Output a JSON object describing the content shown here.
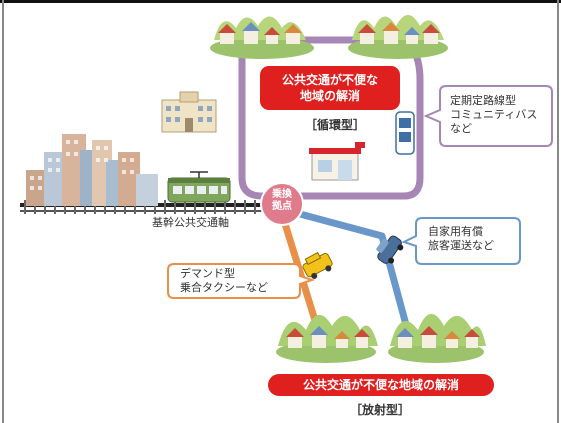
{
  "diagram": {
    "loop_problem": [
      "公共交通が不便な",
      "地域の解消"
    ],
    "loop_type": "［循環型］",
    "hub": [
      "乗換",
      "拠点"
    ],
    "trunk_line": "基幹公共交通軸",
    "callout_loop_bus": [
      "定期定路線型",
      "コミュニティバス",
      "など"
    ],
    "callout_private": [
      "自家用有償",
      "旅客運送など"
    ],
    "callout_taxi": [
      "デマンド型",
      "乗合タクシーなど"
    ],
    "radial_problem": "公共交通が不便な地域の解消",
    "radial_type": "［放射型］"
  },
  "colors": {
    "loop_route": "#a686b4",
    "radial_blue": "#6a97c9",
    "radial_orange": "#e8904a",
    "hub": "#e07b8b",
    "problem_box": "#e01f1f",
    "callout_border": "#a686b4",
    "callout_blue_border": "#6a97c9",
    "callout_orange_border": "#e8904a"
  }
}
